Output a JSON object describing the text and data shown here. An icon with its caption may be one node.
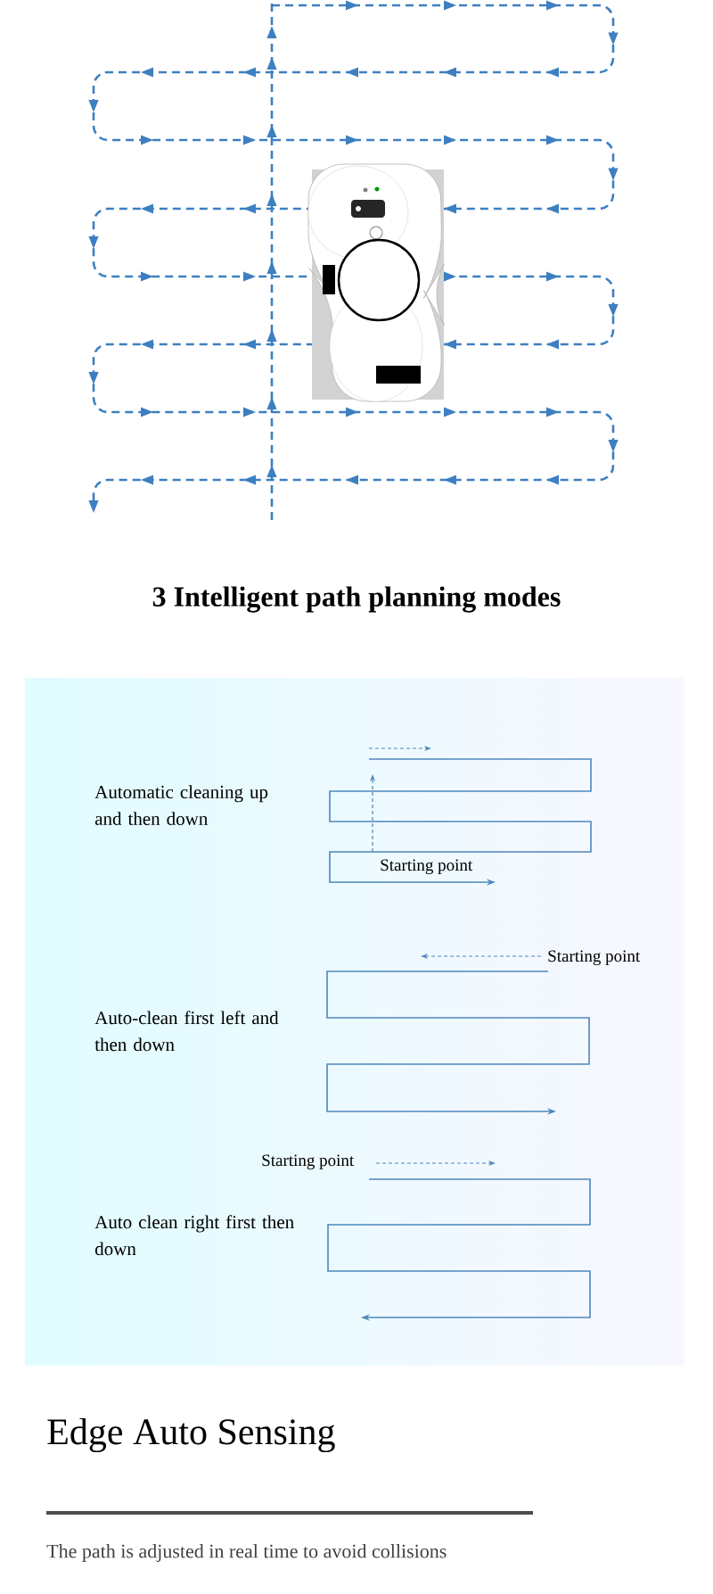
{
  "diagram": {
    "labels": [
      "3 Intelligent path planning modes",
      "Automatic cleaning up and then down",
      "Starting point",
      "Starting point",
      "Auto-clean first left and then down",
      "Starting point",
      "Auto clean right first then down",
      "Edge Auto Sensing",
      "The path is adjusted in real time to avoid collisions"
    ]
  }
}
